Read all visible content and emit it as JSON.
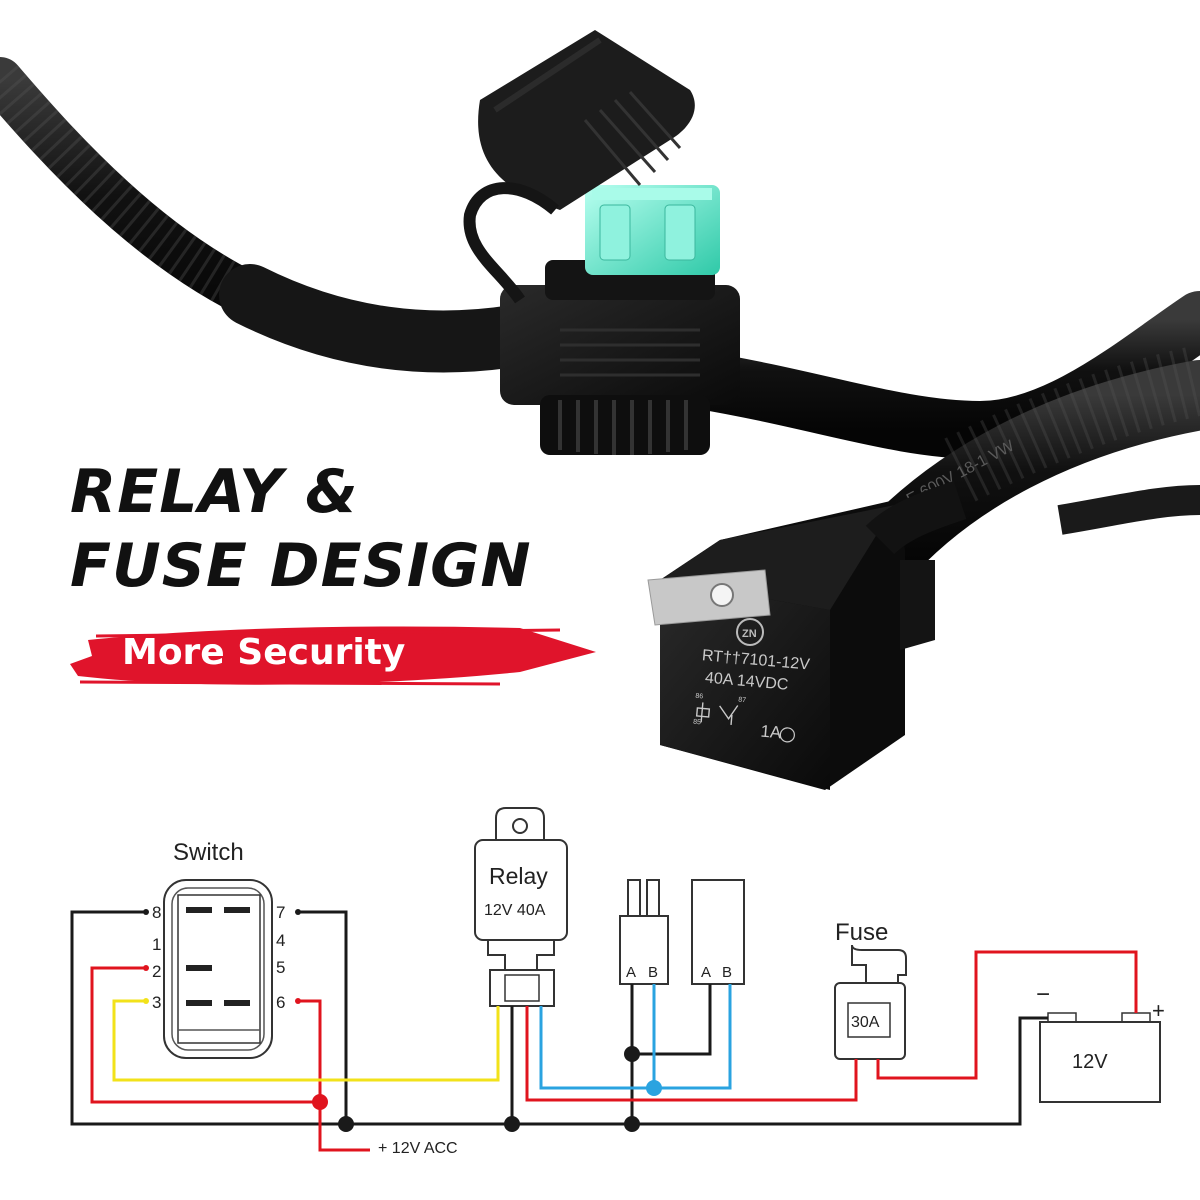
{
  "headline": {
    "line1": "RELAY &",
    "line2": "FUSE DESIGN"
  },
  "banner": {
    "text": "More Security",
    "color": "#e0142b"
  },
  "product": {
    "relay_marking": {
      "model": "RT††7101-12V",
      "rating": "40A   14VDC",
      "pin_86": "86",
      "pin_87": "87",
      "pin_85": "85",
      "code": "1A"
    },
    "wire_print": "E 600V 18-1  VW"
  },
  "diagram": {
    "switch": {
      "label": "Switch",
      "pins_left": [
        "8",
        "1",
        "2",
        "3"
      ],
      "pins_right": [
        "7",
        "4",
        "5",
        "6"
      ]
    },
    "relay": {
      "label": "Relay",
      "rating": "12V  40A"
    },
    "connector1": {
      "a": "A",
      "b": "B"
    },
    "connector2": {
      "a": "A",
      "b": "B"
    },
    "fuse": {
      "label": "Fuse",
      "rating": "30A"
    },
    "battery": {
      "label": "12V",
      "minus": "−",
      "plus": "+"
    },
    "acc_label": "+ 12V ACC"
  },
  "colors": {
    "wire_black": "#1a1a1a",
    "wire_red": "#e0141e",
    "wire_yellow": "#f2e21a",
    "wire_blue": "#2aa3e0",
    "fuse_teal": "#5fe0c8"
  }
}
